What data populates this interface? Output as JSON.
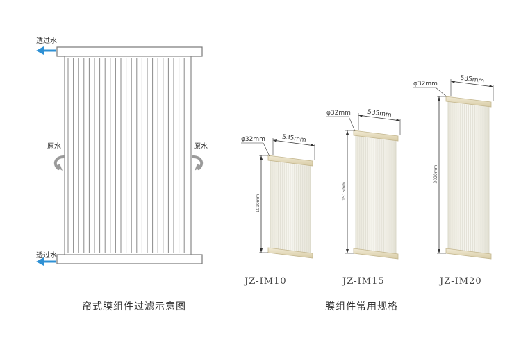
{
  "left_diagram": {
    "caption": "帘式膜组件过滤示意图",
    "permeate_label": "透过水",
    "raw_water_label": "原水",
    "colors": {
      "arrow": "#2e90d4",
      "frame": "#7a7a7a",
      "curve_arrow": "#999999"
    }
  },
  "right_diagram": {
    "caption": "膜组件常用规格",
    "modules": [
      {
        "model": "JZ-IM10",
        "pipe_label": "φ32mm",
        "width_label": "535mm",
        "height_label": "1010mm"
      },
      {
        "model": "JZ-IM15",
        "pipe_label": "φ32mm",
        "width_label": "535mm",
        "height_label": "1515mm"
      },
      {
        "model": "JZ-IM20",
        "pipe_label": "φ32mm",
        "width_label": "535mm",
        "height_label": "2020mm"
      }
    ],
    "colors": {
      "header": "#e6dcc0",
      "membrane": "#f2f1e9",
      "fiber": "#dddbd0"
    }
  }
}
